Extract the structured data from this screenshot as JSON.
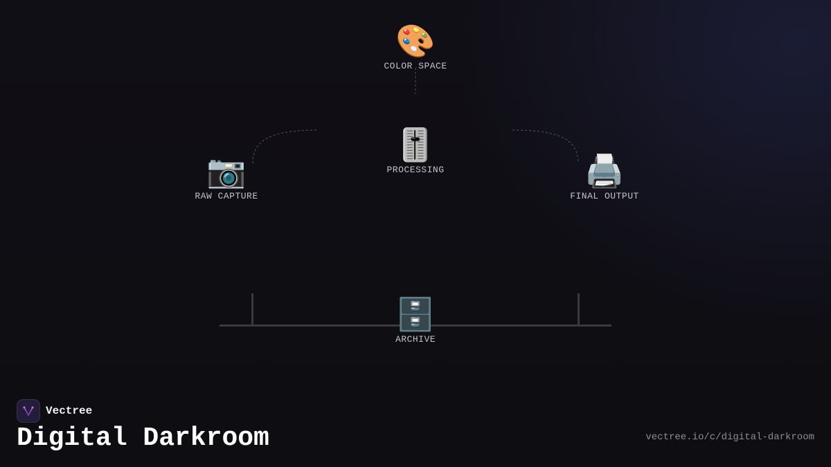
{
  "diagram": {
    "nodes": [
      {
        "id": "color_space",
        "label": "COLOR SPACE",
        "icon": "palette-icon",
        "glyph": "🎨"
      },
      {
        "id": "processing",
        "label": "PROCESSING",
        "icon": "sliders-icon",
        "glyph": "🎚️"
      },
      {
        "id": "raw_capture",
        "label": "RAW CAPTURE",
        "icon": "camera-icon",
        "glyph": "📷"
      },
      {
        "id": "final_output",
        "label": "FINAL OUTPUT",
        "icon": "printer-icon",
        "glyph": "🖨️"
      },
      {
        "id": "archive",
        "label": "ARCHIVE",
        "icon": "file-cabinet-icon",
        "glyph": "🗄️"
      }
    ]
  },
  "brand": {
    "name": "Vectree",
    "logo_icon": "vectree-logo-icon"
  },
  "title": "Digital Darkroom",
  "url": "vectree.io/c/digital-darkroom",
  "colors": {
    "background": "#0f0e13",
    "connector_dashed": "#55555c",
    "connector_solid": "#3a3a3e",
    "label": "#c4c4c8",
    "accent": "#a24fd6"
  }
}
